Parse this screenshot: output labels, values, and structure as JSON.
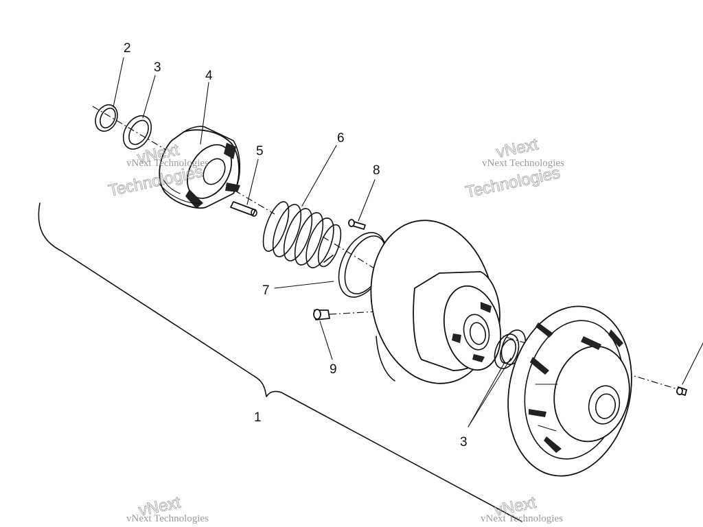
{
  "callouts": {
    "c1": "1",
    "c2": "2",
    "c3a": "3",
    "c3b": "3",
    "c4": "4",
    "c5": "5",
    "c6": "6",
    "c7": "7",
    "c8": "8",
    "c9": "9"
  },
  "watermark": {
    "line1": "vNext Technologies",
    "line2a": "vNext",
    "line2b": "Technologies"
  }
}
